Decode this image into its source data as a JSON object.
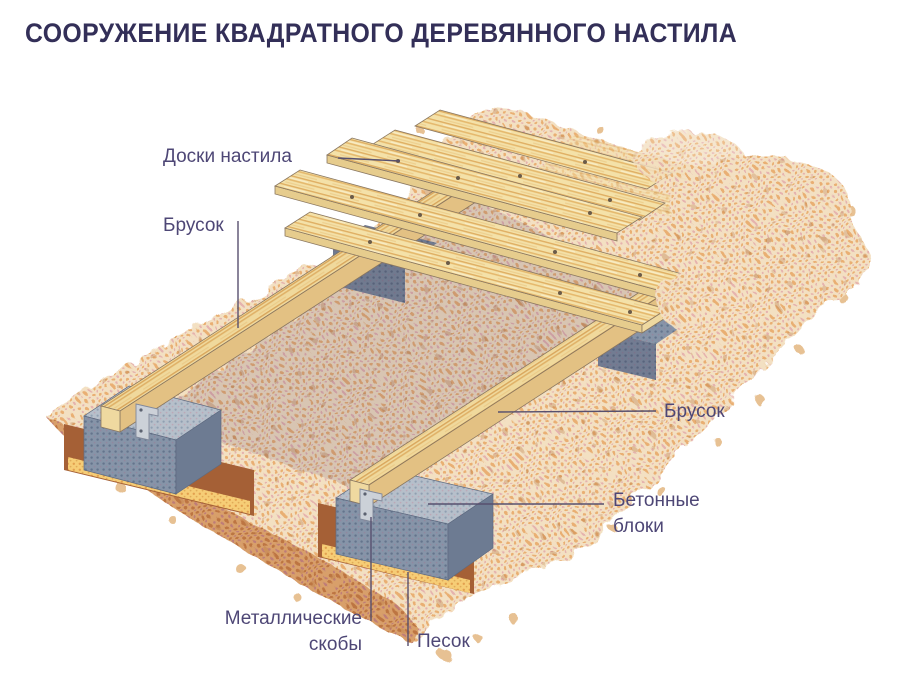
{
  "title": "СООРУЖЕНИЕ КВАДРАТНОГО ДЕРЕВЯННОГО НАСТИЛА",
  "labels": {
    "deck_boards": "Доски настила",
    "joist_left": "Брусок",
    "joist_right": "Брусок",
    "concrete_blocks": "Бетонные блоки",
    "metal_brackets": "Металлические скобы",
    "sand": "Песок"
  },
  "colors": {
    "title_text": "#332f58",
    "label_text": "#4e4776",
    "leader_line": "#57506e",
    "sand_base": "#f3e0c2",
    "sand_dot_orange": "#e8a765",
    "sand_dot_pink": "#dc93a0",
    "sand_cutaway": "#cf935e",
    "sand_layer": "#f6cd76",
    "wood_base": "#f4e1a8",
    "wood_grain": "#dfae62",
    "concrete_light": "#b6bfca",
    "concrete_dark": "#8694a8",
    "metal_bracket": "#ccd1d8"
  }
}
